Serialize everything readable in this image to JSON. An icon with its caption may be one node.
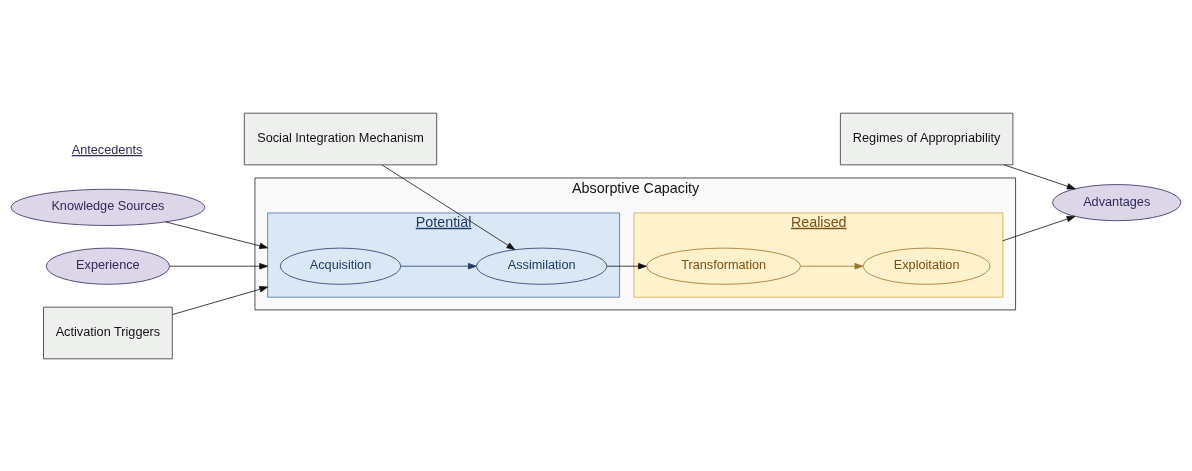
{
  "diagram": {
    "nodes": [
      {
        "text": [
          "Absorptive Capacity"
        ]
      },
      {
        "text": [
          "Potential"
        ],
        "in": 0
      },
      {
        "text": [
          "Acquisition"
        ],
        "in": 1
      },
      {
        "text": [
          "Assimilation"
        ],
        "in": 1
      },
      {
        "text": [
          "Realised"
        ],
        "in": 0
      },
      {
        "text": [
          "Transformation"
        ],
        "in": 4
      },
      {
        "text": [
          "Exploitation"
        ],
        "in": 4
      },
      {
        "text": [
          "Knowledge Sources"
        ]
      },
      {
        "text": [
          "Experience"
        ]
      },
      {
        "text": [
          "Advantages"
        ]
      },
      {
        "text": [
          "Activation Triggers"
        ]
      },
      {
        "text": [
          "Social Integration Mechanism"
        ]
      },
      {
        "text": [
          "Regimes of Appropriability"
        ]
      }
    ],
    "edges": [
      {
        "from": 7,
        "to": 1,
        "arrow": "to"
      },
      {
        "from": 8,
        "to": 1,
        "arrow": "to"
      },
      {
        "from": 10,
        "to": 1,
        "arrow": "to"
      },
      {
        "from": 2,
        "to": 3,
        "arrow": "to",
        "color": "#1f3864"
      },
      {
        "from": 11,
        "to": 3,
        "arrow": "to"
      },
      {
        "from": 3,
        "to": 5,
        "arrow": "to"
      },
      {
        "from": 5,
        "to": 6,
        "arrow": "to",
        "color": "#a0742a"
      },
      {
        "from": 4,
        "to": 9,
        "arrow": "to"
      },
      {
        "from": 12,
        "to": 9,
        "arrow": "to"
      }
    ],
    "labels": [
      "Antecedents"
    ]
  }
}
